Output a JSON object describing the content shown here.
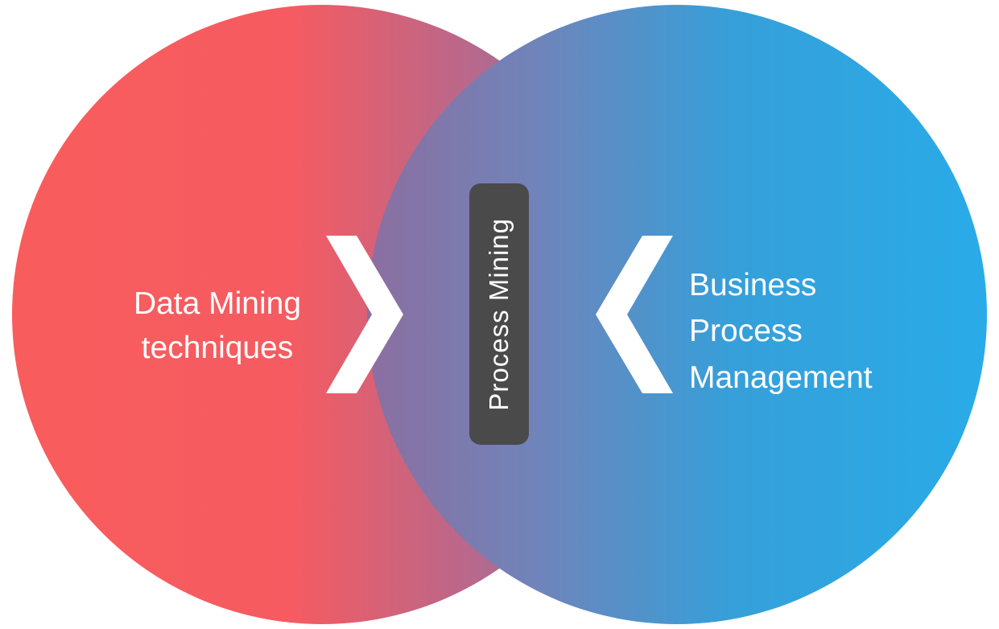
{
  "diagram": {
    "type": "venn-overlap",
    "left_circle": {
      "label": "Data Mining\ntechniques",
      "gradient_start": "#f95c5c",
      "gradient_end": "#8872a6",
      "text_color": "#ffffff"
    },
    "right_circle": {
      "label": "Business\nProcess\nManagement",
      "gradient_start": "#8a70a2",
      "gradient_end": "#29abe8",
      "text_color": "#ffffff"
    },
    "center_badge": {
      "label": "Process Mining",
      "background": "#4a4a4a",
      "text_color": "#ffffff",
      "orientation": "vertical-bottom-to-top"
    },
    "icons": {
      "left": "chevron-right-icon",
      "right": "chevron-left-icon",
      "color": "#ffffff"
    }
  }
}
